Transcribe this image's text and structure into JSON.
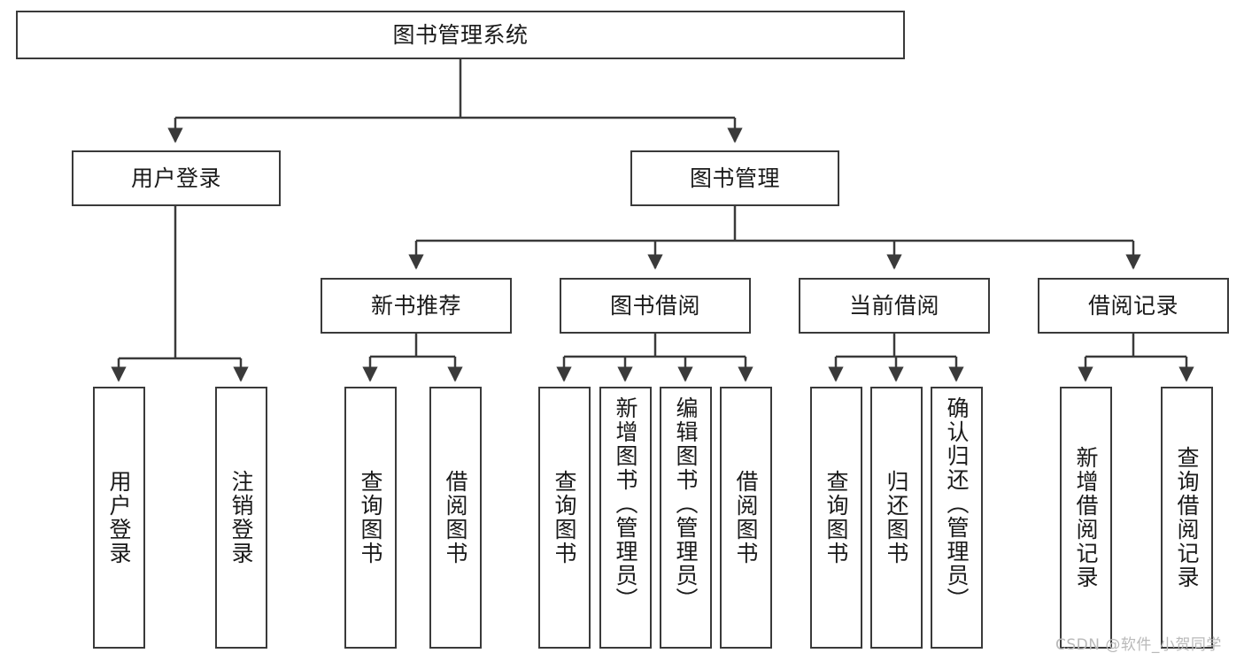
{
  "diagram": {
    "type": "tree",
    "title": "图书管理系统",
    "orientation": "top-down",
    "colors": {
      "stroke": "#3a3a3a",
      "fill": "#ffffff",
      "text": "#1a1a1a",
      "watermark": "#b9b9b9"
    },
    "root": {
      "label": "图书管理系统"
    },
    "level2": [
      {
        "label": "用户登录"
      },
      {
        "label": "图书管理"
      }
    ],
    "level3": [
      {
        "label": "新书推荐"
      },
      {
        "label": "图书借阅"
      },
      {
        "label": "当前借阅"
      },
      {
        "label": "借阅记录"
      }
    ],
    "leaves": {
      "user_login": [
        {
          "label": "用户登录"
        },
        {
          "label": "注销登录"
        }
      ],
      "new_book_recommend": [
        {
          "label": "查询图书"
        },
        {
          "label": "借阅图书"
        }
      ],
      "book_borrow": [
        {
          "label": "查询图书"
        },
        {
          "label": "新增图书（管理员）"
        },
        {
          "label": "编辑图书（管理员）"
        },
        {
          "label": "借阅图书"
        }
      ],
      "current_borrow": [
        {
          "label": "查询图书"
        },
        {
          "label": "归还图书"
        },
        {
          "label": "确认归还（管理员）"
        }
      ],
      "borrow_record": [
        {
          "label": "新增借阅记录"
        },
        {
          "label": "查询借阅记录"
        }
      ]
    },
    "watermark": "CSDN @软件_小贺同学"
  }
}
